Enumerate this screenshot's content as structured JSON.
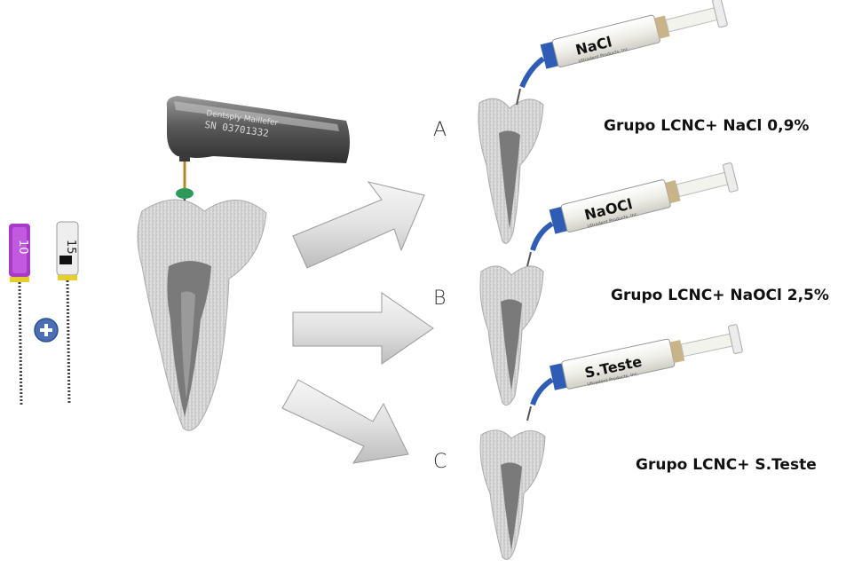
{
  "files": {
    "file_a_size": "10",
    "file_b_size": "15"
  },
  "handpiece": {
    "brand": "Dentsply Maillefer",
    "serial": "SN 03701332"
  },
  "syringes": {
    "a_label": "NaCl",
    "b_label": "NaOCl",
    "c_label": "S.Teste",
    "maker": "Ultradent Products, Inc."
  },
  "groups": [
    {
      "letter": "A",
      "label": "Grupo LCNC+ NaCl 0,9%"
    },
    {
      "letter": "B",
      "label": "Grupo LCNC+ NaOCl 2,5%"
    },
    {
      "letter": "C",
      "label": "Grupo LCNC+ S.Teste"
    }
  ],
  "colors": {
    "file_10": "#a63bc9",
    "file_15": "#e8e8e8",
    "plus_circle": "#4a6fb5",
    "syringe_tip": "#2f5db5",
    "handpiece": "#6e6e6e",
    "tooth": "#d9d9d9",
    "canal": "#7a7a7a"
  }
}
